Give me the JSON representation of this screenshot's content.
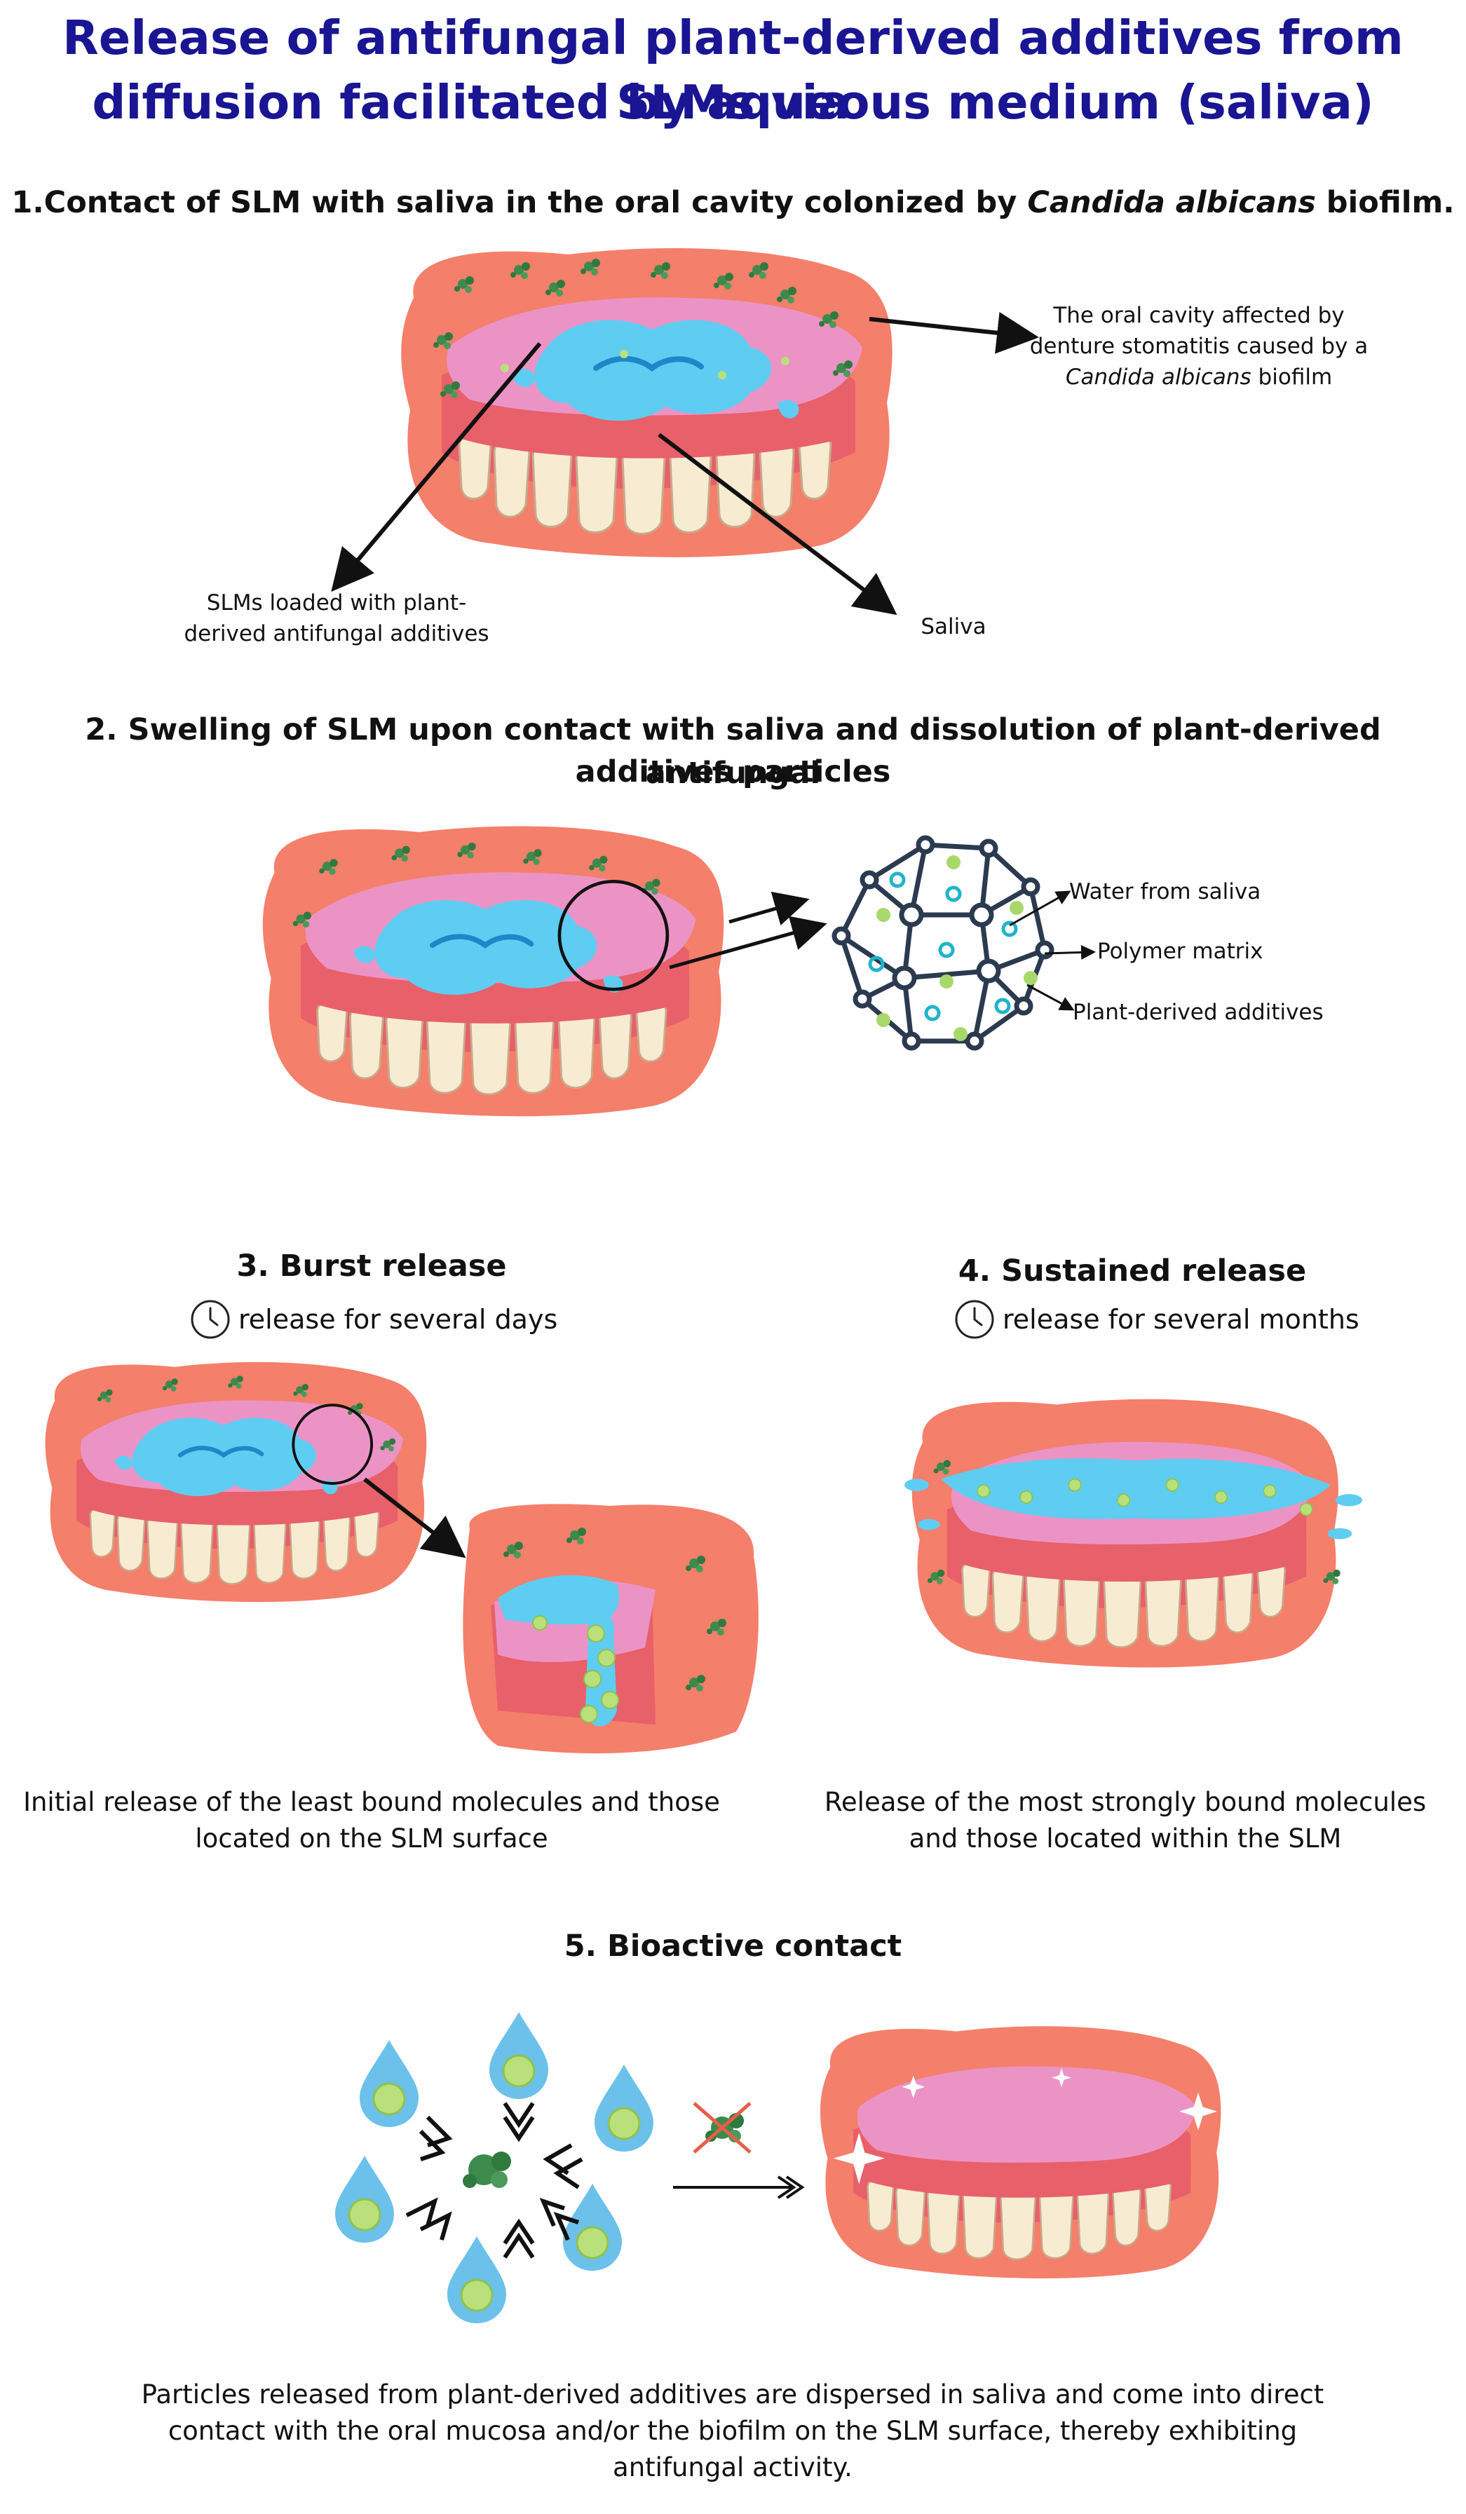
{
  "title": {
    "line1": "Release of antifungal plant-derived additives from SLMs via",
    "line2": "diffusion facilitated by aqueous medium (saliva)"
  },
  "colors": {
    "title": "#1a1592",
    "mucosa": "#f47f6b",
    "gum": "#e8606a",
    "palate_pink": "#ec93c6",
    "saliva_blue": "#5fcdf2",
    "teeth": "#f7ecd2",
    "biofilm": "#3d8a4d",
    "additive": "#b9e07a",
    "node": "#2b3a4f"
  },
  "section1": {
    "heading_pre": "1.Contact of SLM with saliva in the oral cavity colonized by ",
    "heading_italic": "Candida albicans",
    "heading_post": " biofilm.",
    "label_oral_line1": "The oral cavity affected by",
    "label_oral_line2": "denture stomatitis caused by a",
    "label_oral_italic": "Candida albicans",
    "label_oral_tail": " biofilm",
    "label_slm_line1": "SLMs loaded with plant-",
    "label_slm_line2": "derived antifungal additives",
    "label_saliva": "Saliva"
  },
  "section2": {
    "heading_line1": "2. Swelling of SLM upon contact with saliva and dissolution of plant-derived antifungal",
    "heading_line2": "additives particles",
    "label_water": "Water from saliva",
    "label_polymer": "Polymer matrix",
    "label_additives": "Plant-derived additives"
  },
  "section3": {
    "heading": "3. Burst release",
    "time": "release for several days",
    "caption_line1": "Initial release of the least bound molecules and those",
    "caption_line2": "located on the SLM surface"
  },
  "section4": {
    "heading": "4. Sustained release",
    "time": "release for several months",
    "caption_line1": "Release of the most strongly bound molecules",
    "caption_line2": "and those located within the SLM"
  },
  "section5": {
    "heading": "5. Bioactive contact",
    "caption_line1": "Particles released from plant-derived additives are dispersed in saliva and come into direct",
    "caption_line2": "contact with the oral mucosa and/or the biofilm on the SLM surface, thereby exhibiting",
    "caption_line3": "antifungal activity."
  },
  "icons": [
    "clock-icon",
    "water-drop-icon",
    "biofilm-icon",
    "crossed-biofilm-icon",
    "sparkle-icon",
    "arrow-icon"
  ]
}
